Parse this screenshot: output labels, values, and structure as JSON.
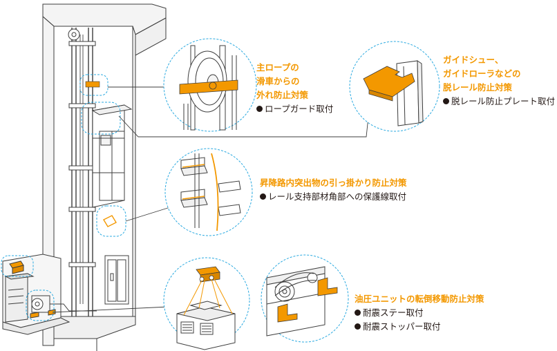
{
  "colors": {
    "accent": "#f39800",
    "circle_stroke": "#29a9e0",
    "line": "#3c3c3c",
    "text": "#231815"
  },
  "annotations": {
    "rope": {
      "title_lines": [
        "主ロープの",
        "滑車からの",
        "外れ防止対策"
      ],
      "items": [
        "ロープガード取付"
      ]
    },
    "guide": {
      "title_lines": [
        "ガイドシュー、",
        "ガイドローラなどの",
        "脱レール防止対策"
      ],
      "items": [
        "脱レール防止プレート取付"
      ]
    },
    "hoistway": {
      "title_lines": [
        "昇降路内突出物の引っ掛かり防止対策"
      ],
      "items": [
        "レール支持部材角部への保護線取付"
      ]
    },
    "hydraulic": {
      "title_lines": [
        "油圧ユニットの転倒移動防止対策"
      ],
      "items": [
        "耐震ステー取付",
        "耐震ストッパー取付"
      ]
    }
  }
}
